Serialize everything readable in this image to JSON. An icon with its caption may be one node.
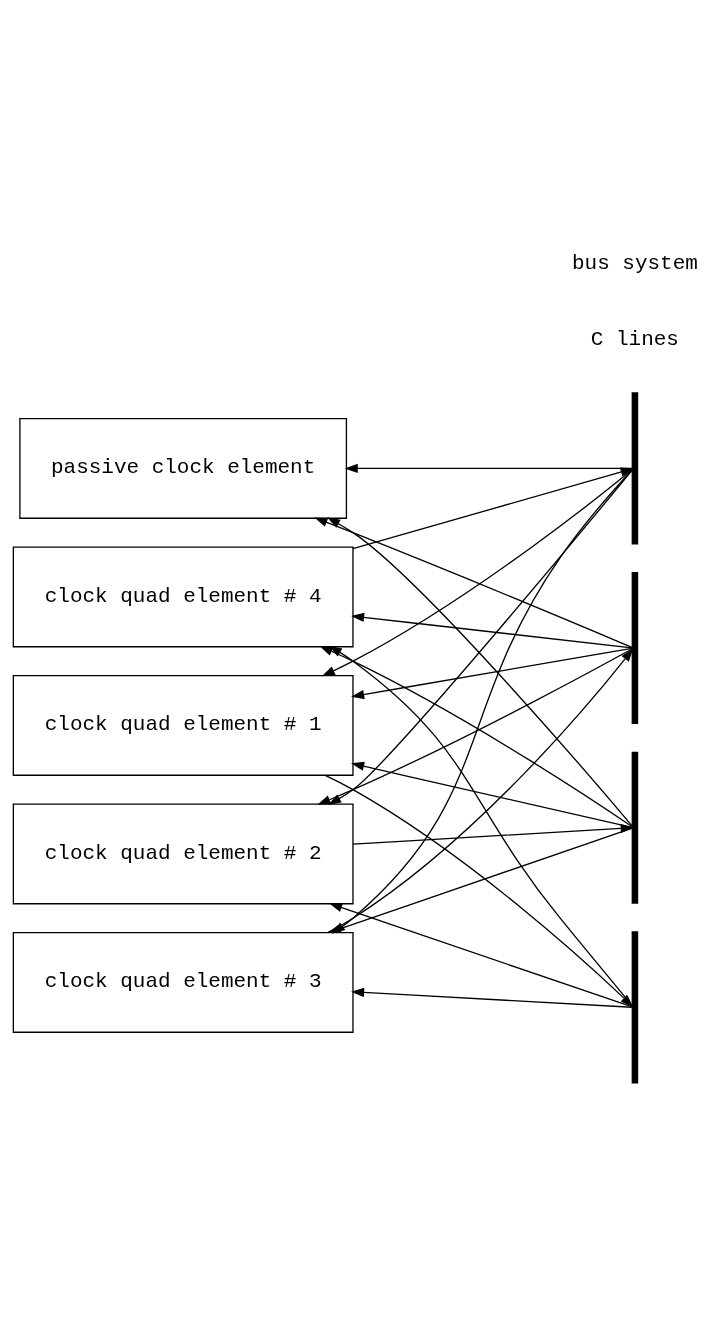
{
  "diagram": {
    "nodes": [
      {
        "text": [
          "clock quad element # 1"
        ]
      },
      {
        "text": [
          "clock quad element # 2"
        ]
      },
      {
        "text": [
          "clock quad element # 3"
        ]
      },
      {
        "text": [
          "clock quad element # 4"
        ]
      },
      {
        "text": [
          "passive clock element"
        ]
      },
      {
        "text": [],
        "shape": "bar"
      },
      {
        "text": [],
        "shape": "bar"
      },
      {
        "text": [],
        "shape": "bar"
      },
      {
        "text": [],
        "shape": "bar"
      }
    ],
    "edges": [
      {
        "from": 0,
        "to": 8,
        "arrow": "to"
      },
      {
        "from": 7,
        "to": 0,
        "arrow": "to"
      },
      {
        "from": 6,
        "to": 0,
        "arrow": "to"
      },
      {
        "from": 5,
        "to": 0,
        "arrow": "to"
      },
      {
        "from": 1,
        "to": 7,
        "arrow": "to"
      },
      {
        "from": 8,
        "to": 1,
        "arrow": "to"
      },
      {
        "from": 6,
        "to": 1,
        "arrow": "to"
      },
      {
        "from": 5,
        "to": 1,
        "arrow": "to"
      },
      {
        "from": 2,
        "to": 6,
        "arrow": "to"
      },
      {
        "from": 8,
        "to": 2,
        "arrow": "to"
      },
      {
        "from": 7,
        "to": 2,
        "arrow": "to"
      },
      {
        "from": 5,
        "to": 2,
        "arrow": "to"
      },
      {
        "from": 3,
        "to": 5,
        "arrow": "to"
      },
      {
        "from": 8,
        "to": 3,
        "arrow": "to"
      },
      {
        "from": 7,
        "to": 3,
        "arrow": "to"
      },
      {
        "from": 6,
        "to": 3,
        "arrow": "to"
      },
      {
        "from": 7,
        "to": 4,
        "arrow": "to"
      },
      {
        "from": 6,
        "to": 4,
        "arrow": "to"
      },
      {
        "from": 5,
        "to": 4,
        "arrow": "to"
      }
    ],
    "labels": [
      "C lines",
      "bus system"
    ]
  }
}
